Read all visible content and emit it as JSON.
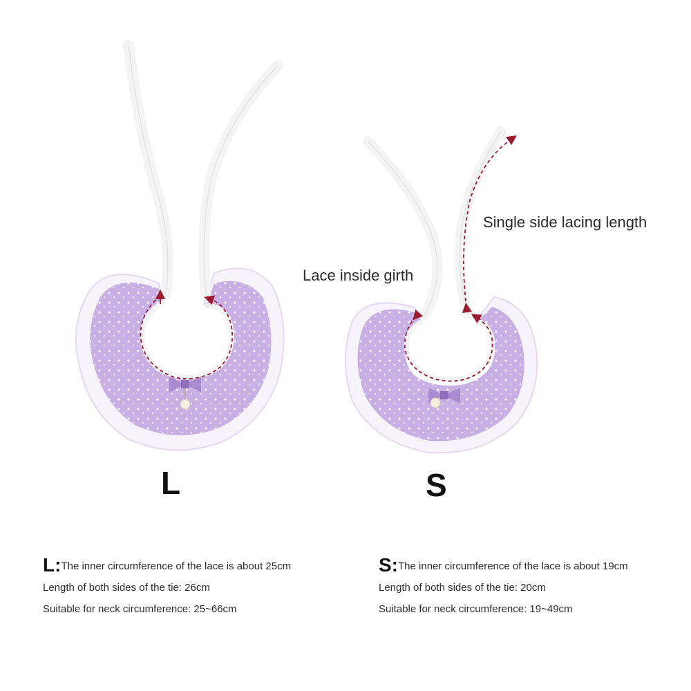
{
  "callouts": {
    "single_side": "Single side lacing length",
    "inside_girth": "Lace inside girth"
  },
  "sizes": [
    {
      "letter": "L",
      "prefix": "L:",
      "line1": "The inner circumference of the lace is about 25cm",
      "line2": "Length of both sides of the tie: 26cm",
      "line3": "Suitable for neck circumference: 25~66cm"
    },
    {
      "letter": "S",
      "prefix": "S:",
      "line1": "The inner circumference of the lace is about 19cm",
      "line2": "Length of both sides of the tie: 20cm",
      "line3": "Suitable for neck circumference: 19~49cm"
    }
  ],
  "colors": {
    "lavender": "#c8b0e4",
    "lace": "#f7f3fb",
    "ribbon": "#f4f4f4",
    "arrow": "#9b1b30"
  }
}
